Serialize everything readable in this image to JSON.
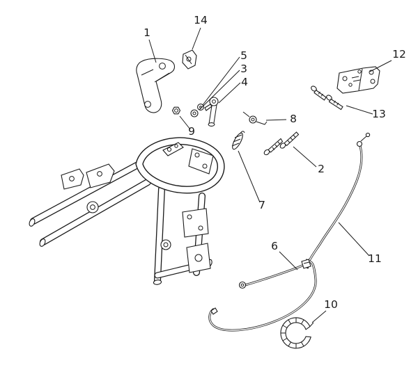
{
  "diagram": {
    "background_color": "#ffffff",
    "line_color": "#1a1a1a",
    "type": "exploded-parts-diagram",
    "callouts": [
      {
        "part": "1"
      },
      {
        "part": "2"
      },
      {
        "part": "3"
      },
      {
        "part": "4"
      },
      {
        "part": "5"
      },
      {
        "part": "6"
      },
      {
        "part": "7"
      },
      {
        "part": "8"
      },
      {
        "part": "9"
      },
      {
        "part": "10"
      },
      {
        "part": "11"
      },
      {
        "part": "12"
      },
      {
        "part": "13"
      },
      {
        "part": "14"
      }
    ]
  }
}
